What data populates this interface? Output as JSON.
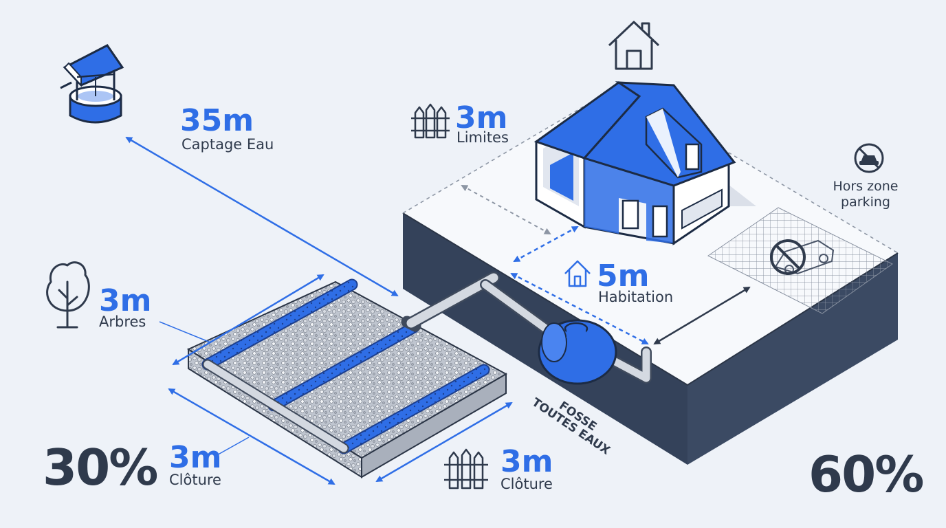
{
  "labels": {
    "well": {
      "distance": "35m",
      "text": "Captage Eau"
    },
    "limits": {
      "distance": "3m",
      "text": "Limites"
    },
    "trees": {
      "distance": "3m",
      "text": "Arbres"
    },
    "habitation": {
      "distance": "5m",
      "text": "Habitation"
    },
    "fence_left": {
      "distance": "3m",
      "text": "Clôture"
    },
    "fence_right": {
      "distance": "3m",
      "text": "Clôture"
    },
    "parking": {
      "line1": "Hors zone",
      "line2": "parking"
    },
    "fosse": {
      "line1": "FOSSE",
      "line2": "TOUTES EAUX"
    },
    "pct_left": "30%",
    "pct_right": "60%"
  },
  "icons": [
    "well-icon",
    "house-outline-icon",
    "fence-icon",
    "tree-icon",
    "house-small-icon",
    "no-car-icon"
  ],
  "colors": {
    "accent": "#2f6ee6",
    "dark": "#34425a",
    "background": "#eef2f8"
  }
}
